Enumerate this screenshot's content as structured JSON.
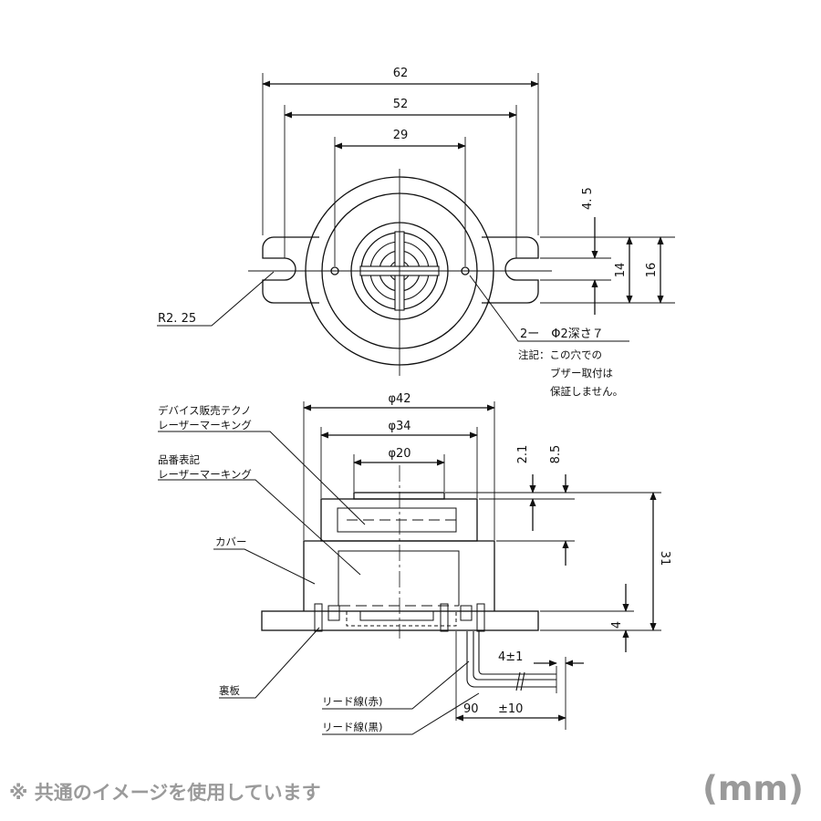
{
  "top_view": {
    "dims": {
      "d62": "62",
      "d52": "52",
      "d29": "29",
      "d4_5": "4. 5",
      "d14": "14",
      "d16": "16",
      "r2_25": "R2. 25"
    },
    "hole_callout": "2ー　Φ2深さ７",
    "note_lines": [
      "注記：この穴での",
      "ブザー取付は",
      "保証しません。"
    ]
  },
  "side_view": {
    "dims": {
      "phi42": "φ42",
      "phi34": "φ34",
      "phi20": "φ20",
      "d2_1": "2.1",
      "d8_5": "8.5",
      "d31": "31",
      "d4": "4",
      "d4pm1": "4±1",
      "d90": "90",
      "d90tol": "±10"
    },
    "labels": {
      "maker_mark_1": "デバイス販売テクノ",
      "maker_mark_2": "レーザーマーキング",
      "part_no_1": "品番表記",
      "part_no_2": "レーザーマーキング",
      "cover": "カバー",
      "back_plate": "裏板",
      "lead_red": "リード線(赤)",
      "lead_black": "リード線(黒)"
    }
  },
  "footer": {
    "note": "※ 共通のイメージを使用しています",
    "unit": "(mm)"
  }
}
